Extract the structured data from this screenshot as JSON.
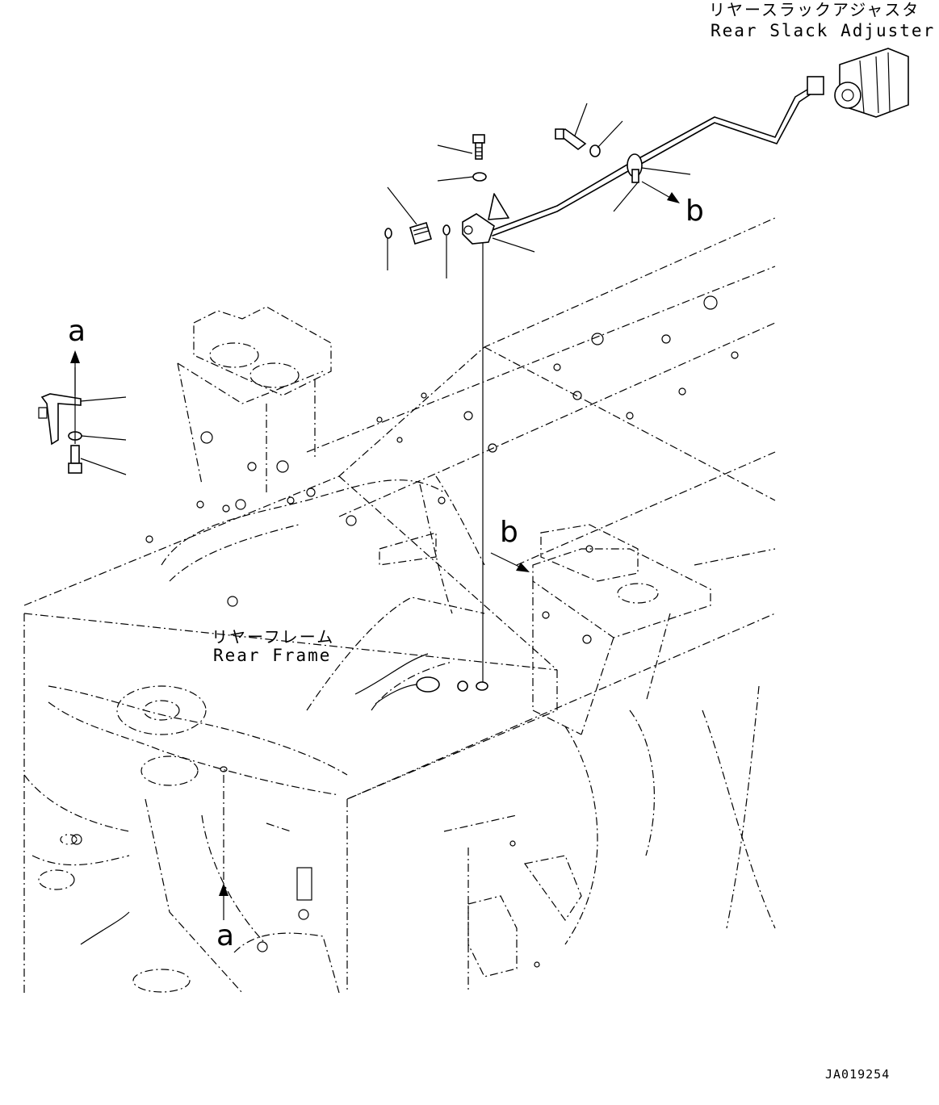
{
  "callouts": {
    "adjuster_jp": "リヤースラックアジャスタ",
    "adjuster_en": "Rear Slack Adjuster",
    "frame_jp": "リヤーフレーム",
    "frame_en": "Rear Frame"
  },
  "view_markers": {
    "a_upper": "a",
    "a_lower": "a",
    "b_upper": "b",
    "b_lower": "b"
  },
  "drawing_number": "JA019254"
}
